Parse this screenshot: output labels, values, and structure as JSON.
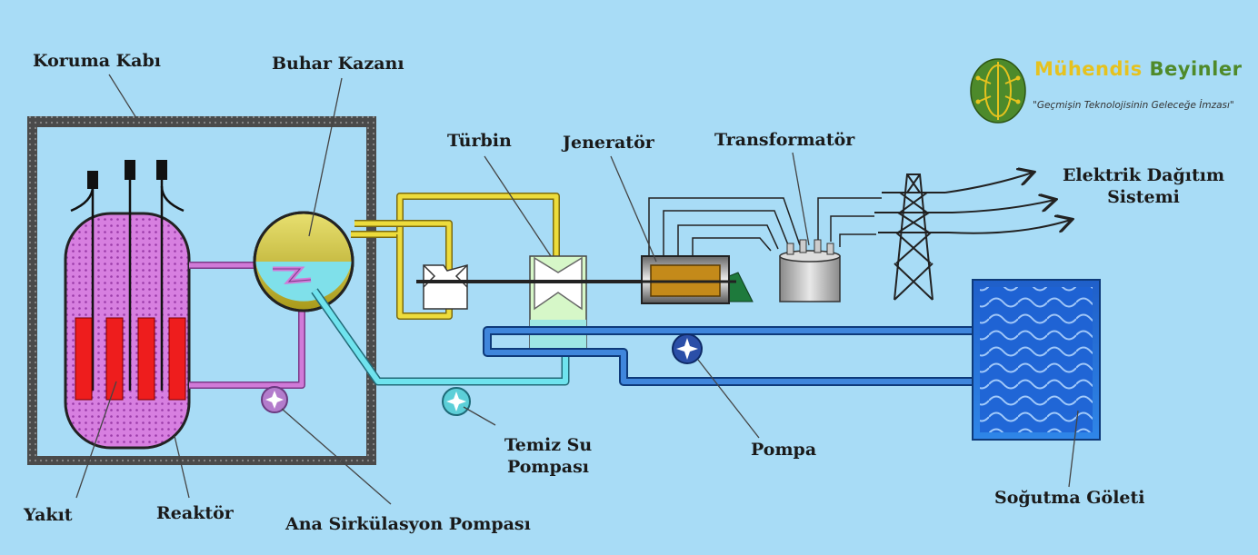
{
  "labels": {
    "containment": "Koruma Kabı",
    "steam_generator": "Buhar Kazanı",
    "turbine": "Türbin",
    "generator": "Jeneratör",
    "transformer": "Transformatör",
    "distribution_line1": "Elektrik Dağıtım",
    "distribution_line2": "Sistemi",
    "fuel": "Yakıt",
    "reactor": "Reaktör",
    "main_circulation_pump": "Ana Sirkülasyon Pompası",
    "feedwater_pump_line1": "Temiz Su",
    "feedwater_pump_line2": "Pompası",
    "pump": "Pompa",
    "cooling_pond": "Soğutma Göleti"
  },
  "brand": {
    "name_part1": "Mühendis",
    "name_part2": "Beyinler",
    "slogan": "\"Geçmişin Teknolojisinin Geleceğe İmzası\""
  },
  "colors": {
    "background": "#a8dcf6",
    "primary_loop": "#c45ec4",
    "steam_loop": "#e8d23a",
    "feedwater_loop": "#5ccfd8",
    "cooling_loop": "#2e74c6",
    "fuel_rods": "#ee1d1d",
    "brand_yellow": "#e6c21e",
    "brand_green": "#4f8a2a"
  }
}
